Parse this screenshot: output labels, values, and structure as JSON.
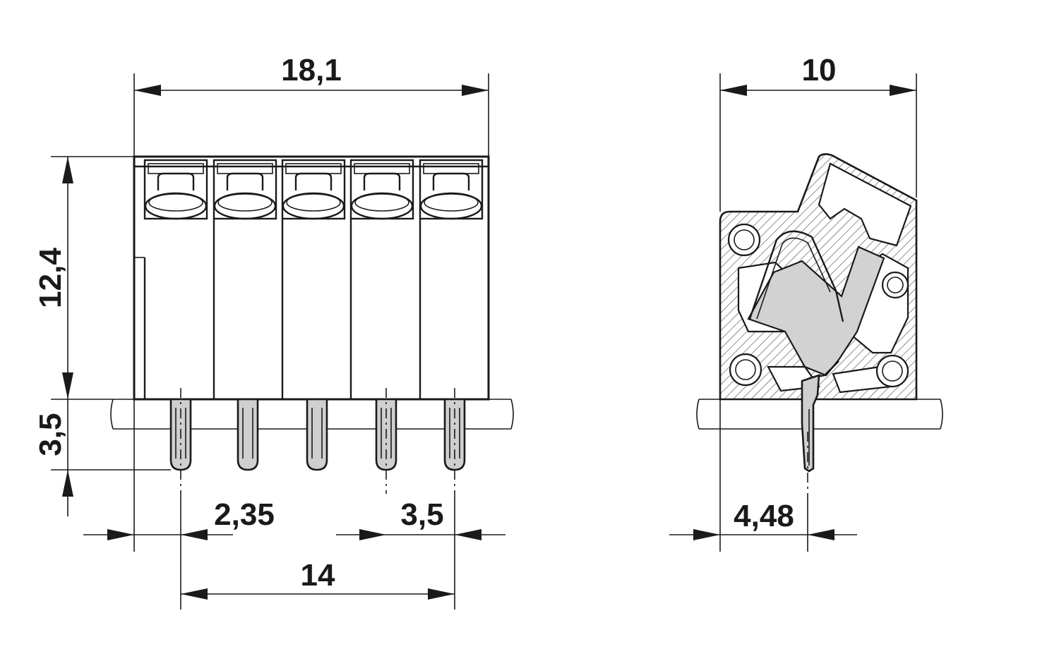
{
  "drawing": {
    "front_view": {
      "dimensions": {
        "overall_width": "18,1",
        "height": "12,4",
        "pin_length": "3,5",
        "first_pin_offset": "2,35",
        "pitch": "3,5",
        "pin_span": "14"
      },
      "positions": 5
    },
    "side_view": {
      "dimensions": {
        "depth": "10",
        "pin_offset": "4,48"
      }
    }
  }
}
